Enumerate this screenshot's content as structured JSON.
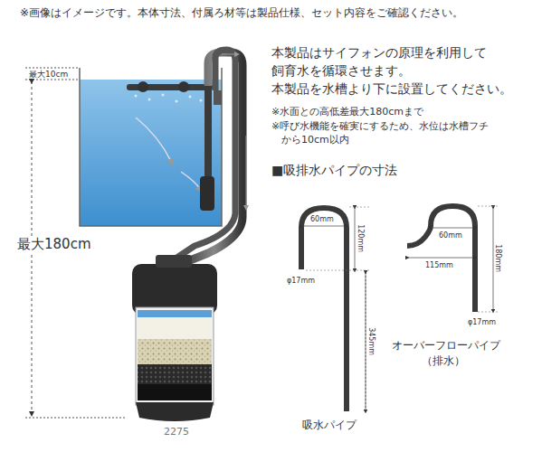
{
  "diagram": {
    "labels": [
      "※画像はイメージです。本体寸法、付属ろ材等は製品仕様、セット内容をご確認ください。",
      "最大10cm",
      "最大180cm",
      "本製品はサイフォンの原理を利用して",
      "飼育水を循環させます。",
      "本製品を水槽より下に設置してください。",
      "※水面との高低差最大180cmまで",
      "※呼び水機能を確実にするため、水位は水槽フチ",
      "から10cm以内",
      "■吸排水パイプの寸法",
      "60mm",
      "120mm",
      "345mm",
      "φ17mm",
      "吸水パイプ",
      "60mm",
      "115mm",
      "180mm",
      "φ17mm",
      "オーバーフローパイプ",
      "（排水）",
      "2275"
    ]
  }
}
